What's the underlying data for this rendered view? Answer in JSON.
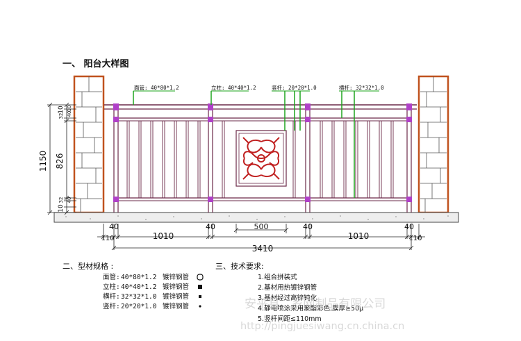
{
  "section1_title": "一、   阳台大样图",
  "callouts": {
    "top_rail": "面管: 40*80*1.2",
    "post": "立柱: 40*40*1.2",
    "baluster": "竖杆: 20*20*1.0",
    "rail": "横杆: 32*32*1.0"
  },
  "vertical_dims": {
    "total": "1150",
    "inner": "826",
    "top_10": "10",
    "top_32a": "32",
    "top_40": "40",
    "top_10b": "10",
    "bottom_10": "10",
    "bottom_32": "32",
    "bottom_40": "40"
  },
  "horizontal_dims": {
    "post_left": "40",
    "post_mid1": "40",
    "post_mid2": "40",
    "post_right": "40",
    "center_panel": "500",
    "gap_left": "110",
    "span_left": "1010",
    "span_right": "1010",
    "gap_right": "110",
    "total": "3410"
  },
  "materials": {
    "title": "二、型材规格 :",
    "items": [
      {
        "name": "面管:",
        "size": "40*80*1.2",
        "type": "镀锌钢管",
        "icon": "rounded-rect-outline"
      },
      {
        "name": "立柱:",
        "size": "40*40*1.2",
        "type": "镀锌钢管",
        "icon": "square-filled"
      },
      {
        "name": "横杆:",
        "size": "32*32*1.0",
        "type": "镀锌钢管",
        "icon": "small-square-filled"
      },
      {
        "name": "竖杆:",
        "size": "20*20*1.0",
        "type": "镀锌钢管",
        "icon": "dot"
      }
    ]
  },
  "requirements": {
    "title": "三、技术要求:",
    "items": [
      "1.组合拼装式",
      "2.基材用热镀锌钢管",
      "3.基材经过高锌钝化",
      "4.静电喷涂采用聚酯彩色,膜厚≥50μ",
      "5.竖杆间距≤110mm"
    ]
  },
  "watermark": {
    "line1": "安平县...乡网制品有限公司",
    "line2": "http://pingjuesiwang.cn.china.cn"
  },
  "colors": {
    "pillar": "#c0521e",
    "frame": "#6a2848",
    "node": "#b040c8",
    "callout": "#1ea41e",
    "ornament": "#c02020",
    "wall": "#555555"
  }
}
